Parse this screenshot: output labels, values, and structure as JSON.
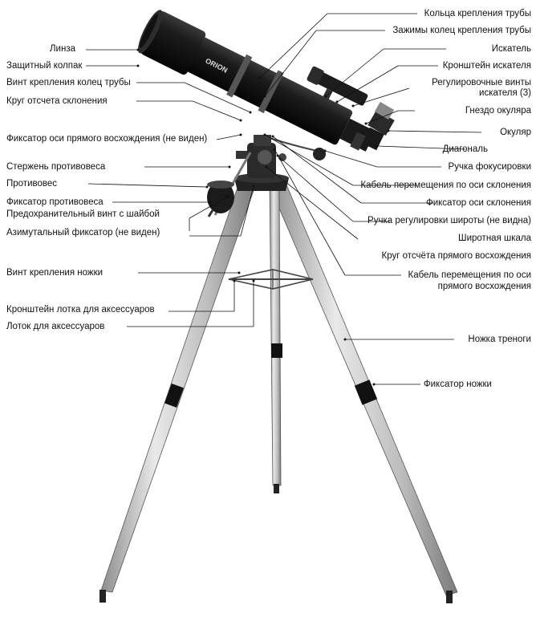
{
  "brand_text": "ORION",
  "labels": {
    "tube_rings": "Кольца крепления трубы",
    "lens": "Линза",
    "tube_ring_clamps": "Зажимы колец крепления трубы",
    "dust_cap": "Защитный колпак",
    "finder": "Искатель",
    "tube_ring_screw": "Винт крепления колец трубы",
    "finder_bracket": "Кронштейн искателя",
    "dec_circle": "Круг отсчета склонения",
    "finder_screws_1": "Регулировочные винты",
    "finder_screws_2": "искателя (3)",
    "eyepiece_socket": "Гнездо окуляра",
    "ra_lock": "Фиксатор оси прямого восхождения (не виден)",
    "eyepiece": "Окуляр",
    "diagonal": "Диагональ",
    "counterweight_shaft": "Стержень противовеса",
    "focus_knob": "Ручка фокусировки",
    "counterweight": "Противовес",
    "dec_cable": "Кабель перемещения по оси склонения",
    "counterweight_lock": "Фиксатор противовеса",
    "dec_lock": "Фиксатор оси склонения",
    "latitude_knob": "Ручка регулировки широты (не видна)",
    "safety_screw": "Предохранительный винт с шайбой",
    "latitude_scale": "Широтная шкала",
    "azimuth_lock": "Азимутальный фиксатор (не виден)",
    "ra_circle": "Круг отсчёта прямого восхождения",
    "leg_screw": "Винт крепления ножки",
    "ra_cable_1": "Кабель перемещения по оси",
    "ra_cable_2": "прямого восхождения",
    "tray_bracket": "Кронштейн лотка для аксессуаров",
    "tray": "Лоток для аксессуаров",
    "tripod_leg": "Ножка треноги",
    "leg_lock": "Фиксатор ножки"
  }
}
